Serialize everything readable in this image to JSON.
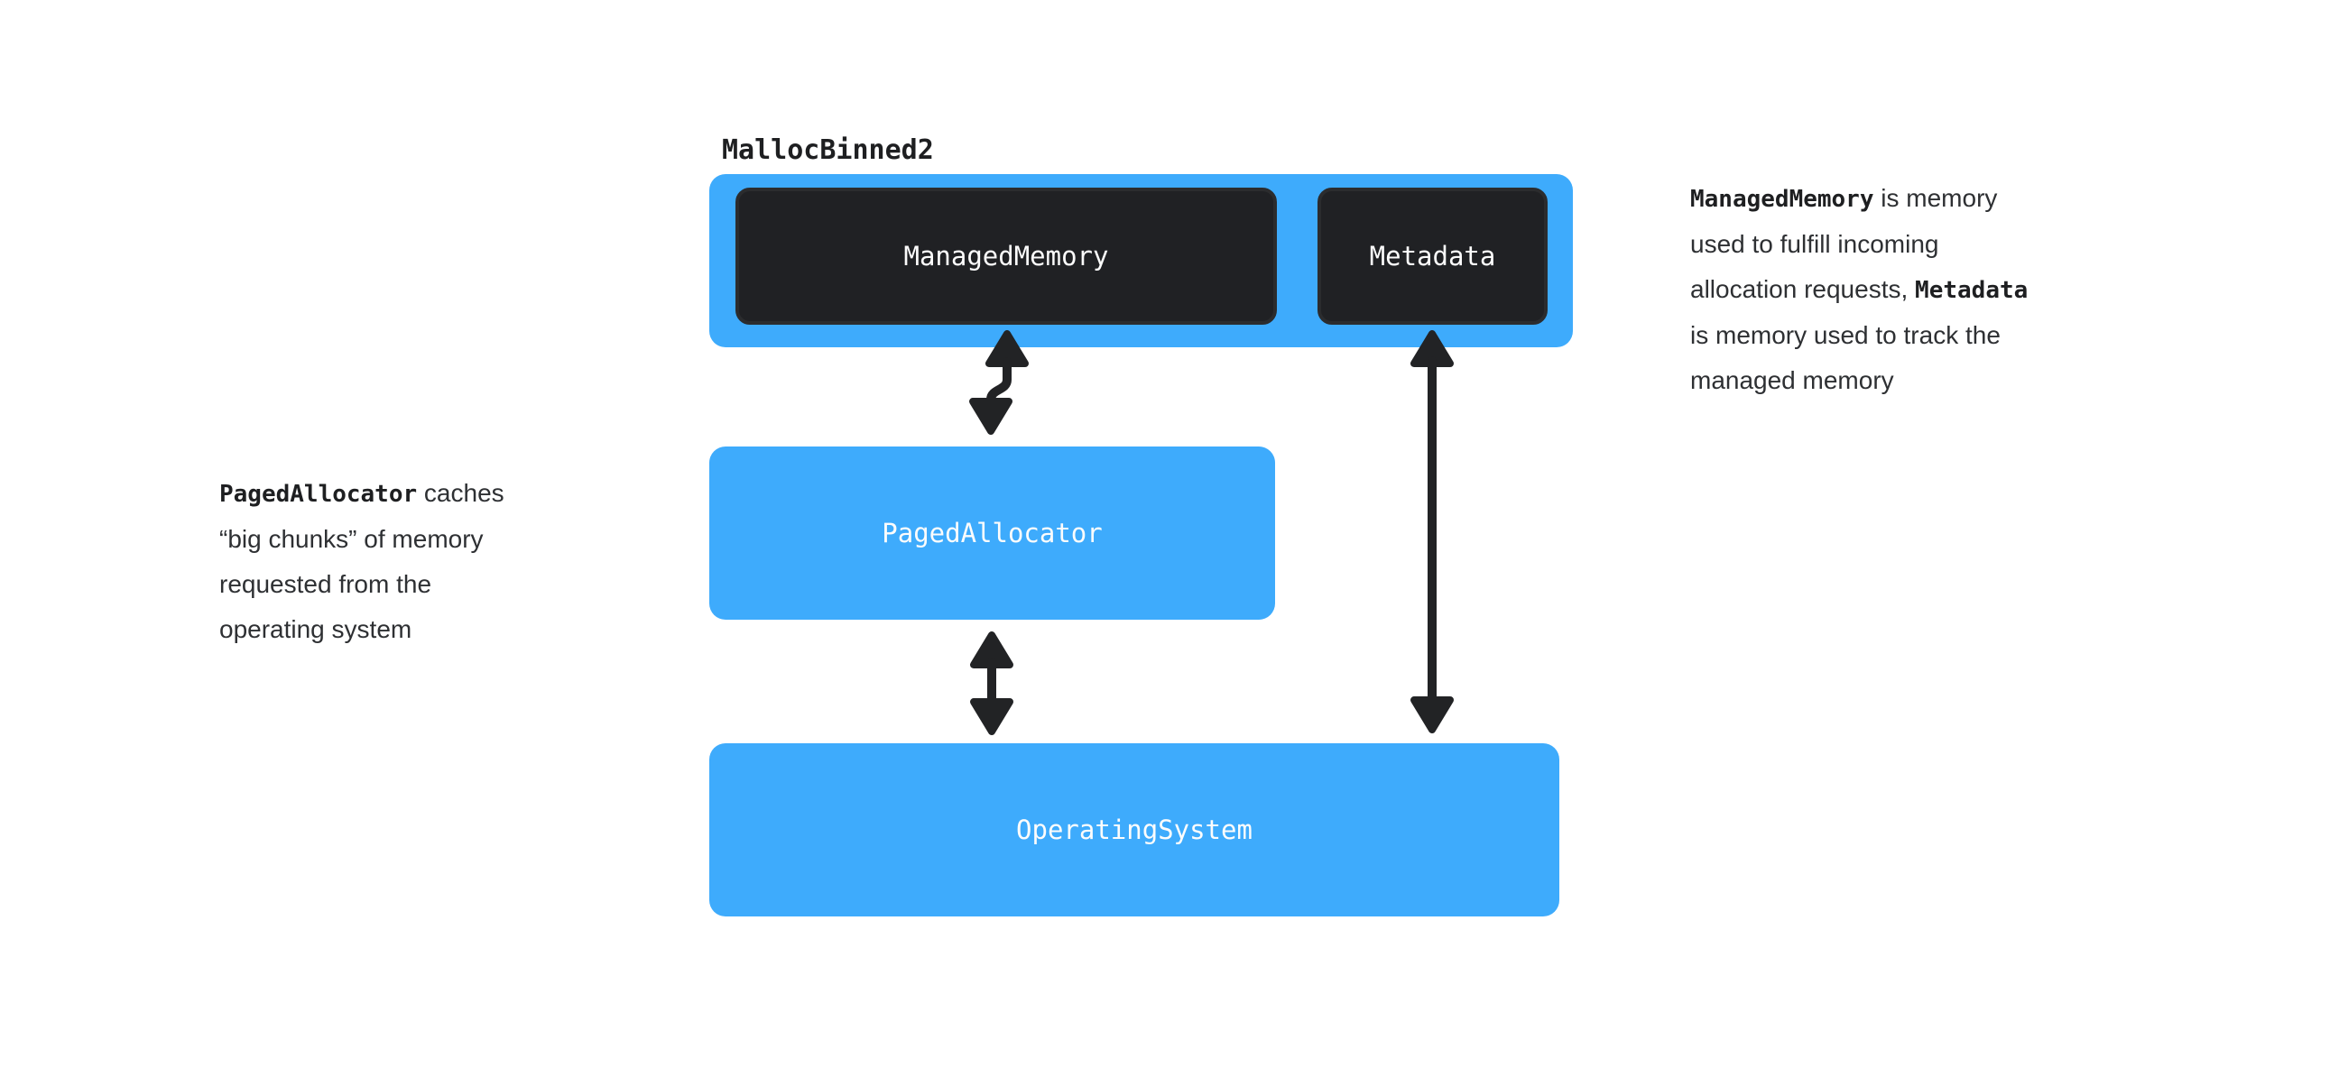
{
  "colors": {
    "blue": "#3EABFC",
    "dark": "#202124",
    "dark-border": "#2B2C2E",
    "arrow": "#222325",
    "text-dark": "#1E1F21",
    "text-body": "#2E3033",
    "text-light": "#FCFCFC",
    "bg": "#FFFFFF"
  },
  "diagram": {
    "label": "MallocBinned2",
    "boxes": {
      "managed_memory": "ManagedMemory",
      "metadata": "Metadata",
      "paged_allocator": "PagedAllocator",
      "operating_system": "OperatingSystem"
    },
    "arrows": [
      {
        "name": "mallocbinned2-pagedallocator",
        "style": "squiggle-double"
      },
      {
        "name": "pagedallocator-operatingsystem",
        "style": "straight-double"
      },
      {
        "name": "metadata-operatingsystem",
        "style": "straight-double-long"
      }
    ],
    "annotations": {
      "left_lines": [
        [
          {
            "text": "PagedAllocator",
            "code": true
          },
          {
            "text": " caches",
            "code": false
          }
        ],
        [
          {
            "text": "“big chunks” of memory",
            "code": false
          }
        ],
        [
          {
            "text": "requested from the",
            "code": false
          }
        ],
        [
          {
            "text": "operating system",
            "code": false
          }
        ]
      ],
      "right_lines": [
        [
          {
            "text": "ManagedMemory",
            "code": true
          },
          {
            "text": " is memory",
            "code": false
          }
        ],
        [
          {
            "text": "used to fulfill incoming",
            "code": false
          }
        ],
        [
          {
            "text": "allocation requests, ",
            "code": false
          },
          {
            "text": "Metadata",
            "code": true
          }
        ],
        [
          {
            "text": "is memory used to track the",
            "code": false
          }
        ],
        [
          {
            "text": "managed memory",
            "code": false
          }
        ]
      ]
    }
  }
}
